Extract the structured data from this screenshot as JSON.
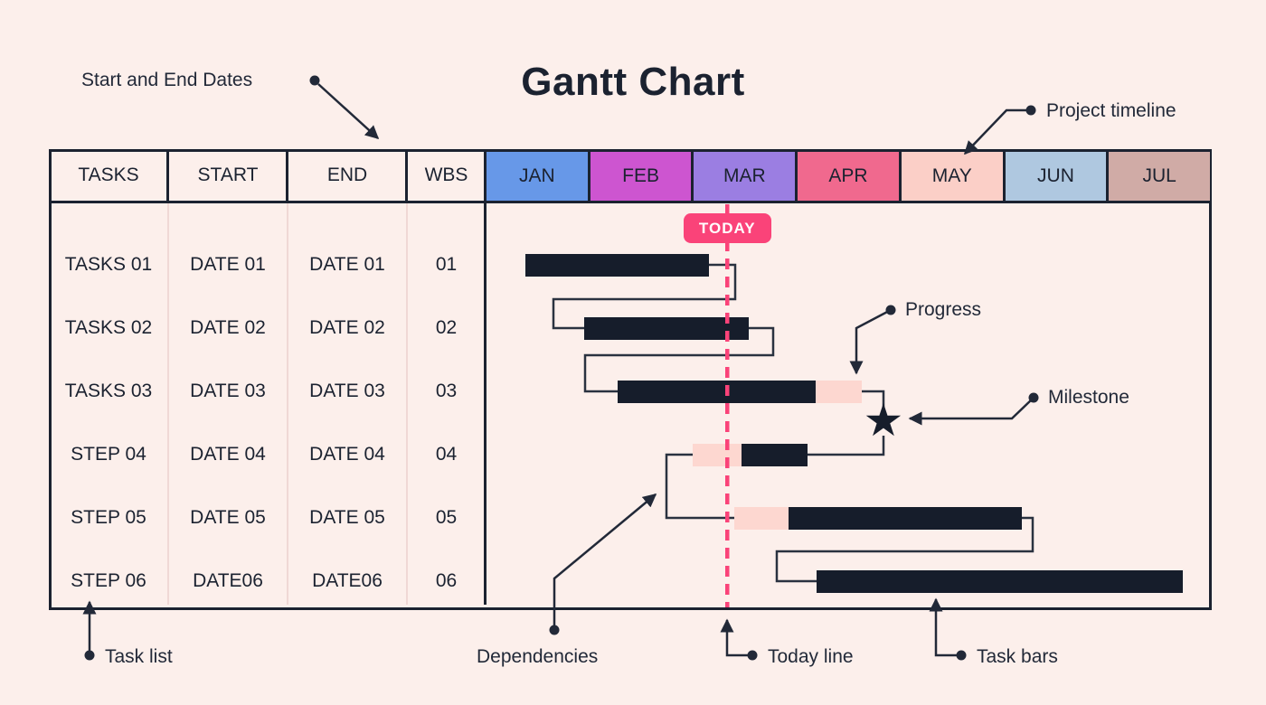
{
  "title": "Gantt Chart",
  "colors": {
    "background": "#fcefeb",
    "ink": "#1b2230",
    "bar": "#161d2b",
    "accent_pink": "#fa4379",
    "progress": "#fdd7d0",
    "connector": "#2a3240",
    "divider": "#f0d8d5"
  },
  "icons": {
    "milestone_star": "★",
    "leader_dot": "●"
  },
  "today_badge": "TODAY",
  "table": {
    "columns": [
      "TASKS",
      "START",
      "END",
      "WBS"
    ],
    "months": [
      {
        "label": "JAN",
        "color": "#6798e8"
      },
      {
        "label": "FEB",
        "color": "#cd55d0"
      },
      {
        "label": "MAR",
        "color": "#9b7ee2"
      },
      {
        "label": "APR",
        "color": "#f0698e"
      },
      {
        "label": "MAY",
        "color": "#fbcfc7"
      },
      {
        "label": "JUN",
        "color": "#afc8e0"
      },
      {
        "label": "JUL",
        "color": "#d0aba6"
      }
    ],
    "rows": [
      {
        "task": "TASKS 01",
        "start": "DATE 01",
        "end": "DATE 01",
        "wbs": "01"
      },
      {
        "task": "TASKS 02",
        "start": "DATE 02",
        "end": "DATE 02",
        "wbs": "02"
      },
      {
        "task": "TASKS 03",
        "start": "DATE 03",
        "end": "DATE 03",
        "wbs": "03"
      },
      {
        "task": "STEP 04",
        "start": "DATE 04",
        "end": "DATE 04",
        "wbs": "04"
      },
      {
        "task": "STEP 05",
        "start": "DATE 05",
        "end": "DATE 05",
        "wbs": "05"
      },
      {
        "task": "STEP 06",
        "start": "DATE06",
        "end": "DATE06",
        "wbs": "06"
      }
    ]
  },
  "annotations": {
    "start_end_dates": "Start and End Dates",
    "project_timeline": "Project timeline",
    "progress": "Progress",
    "milestone": "Milestone",
    "task_list": "Task list",
    "dependencies": "Dependencies",
    "today_line": "Today line",
    "task_bars": "Task bars"
  },
  "gantt": {
    "unit": "months",
    "axis_start": "JAN",
    "axis_end": "JUL",
    "today_month": 2.33,
    "bars": [
      {
        "row": 0,
        "label": "TASKS 01",
        "start": 0.38,
        "end": 2.15
      },
      {
        "row": 1,
        "label": "TASKS 02",
        "start": 0.95,
        "end": 2.54
      },
      {
        "row": 2,
        "label": "TASKS 03",
        "start": 1.27,
        "end": 3.63,
        "progress_at": "end",
        "progress_from": 3.18
      },
      {
        "row": 3,
        "label": "STEP 04",
        "start": 2.0,
        "end": 3.1,
        "progress_at": "start",
        "progress_to": 2.47
      },
      {
        "row": 4,
        "label": "STEP 05",
        "start": 2.4,
        "end": 5.17,
        "progress_at": "start",
        "progress_to": 2.92
      },
      {
        "row": 5,
        "label": "STEP 06",
        "start": 3.19,
        "end": 6.72
      }
    ],
    "milestone": {
      "month": 3.835,
      "between_rows": [
        2,
        3
      ]
    }
  }
}
